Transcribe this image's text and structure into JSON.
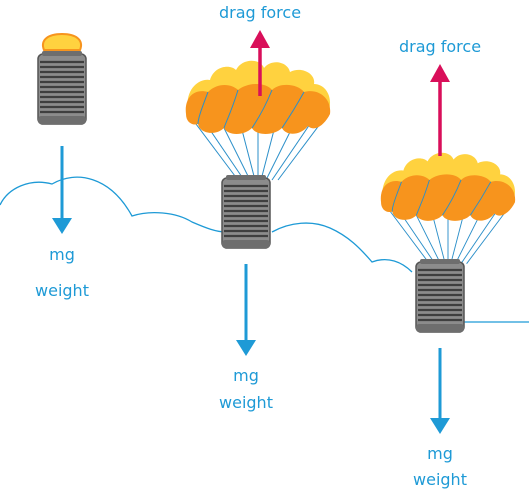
{
  "colors": {
    "weight_arrow": "#1e9ad6",
    "drag_arrow": "#d90f5a",
    "label_text": "#1e9ad6",
    "cloud_outline": "#1e9ad6",
    "canopy_orange": "#f7941d",
    "canopy_yellow": "#ffd23f",
    "canister_gray": "#8a8a8a",
    "canister_dark": "#4d4d4d",
    "lines": "#2b8fc9"
  },
  "stages": [
    {
      "mass_label": "mg",
      "weight_label": "weight",
      "drag_label": ""
    },
    {
      "mass_label": "mg",
      "weight_label": "weight",
      "drag_label": "drag force"
    },
    {
      "mass_label": "mg",
      "weight_label": "weight",
      "drag_label": "drag force"
    }
  ]
}
